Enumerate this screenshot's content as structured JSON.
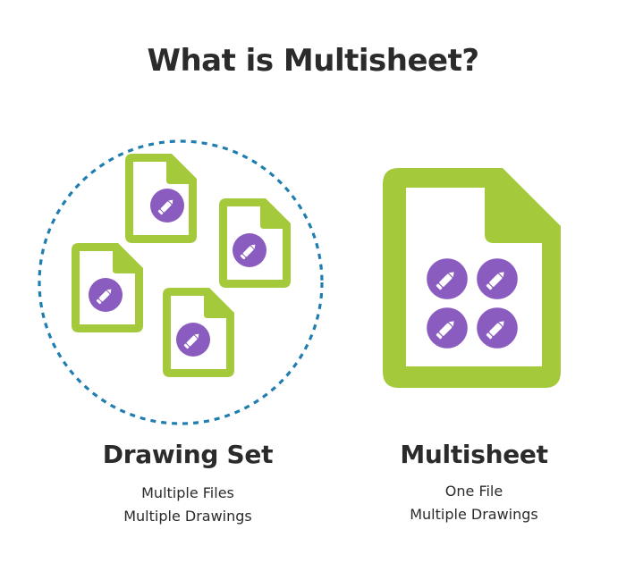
{
  "title": "What is Multisheet?",
  "colors": {
    "file_green": "#a4c93a",
    "edit_purple": "#8b5cbf",
    "circle_blue": "#1f7db0",
    "text": "#2b2b2b"
  },
  "icons": {
    "small_file": "file-icon",
    "big_file": "file-icon",
    "edit": "pencil-icon"
  },
  "drawing_set": {
    "title": "Drawing Set",
    "lines": [
      "Multiple Files",
      "Multiple Drawings"
    ]
  },
  "multisheet": {
    "title": "Multisheet",
    "lines": [
      "One File",
      "Multiple Drawings"
    ]
  }
}
